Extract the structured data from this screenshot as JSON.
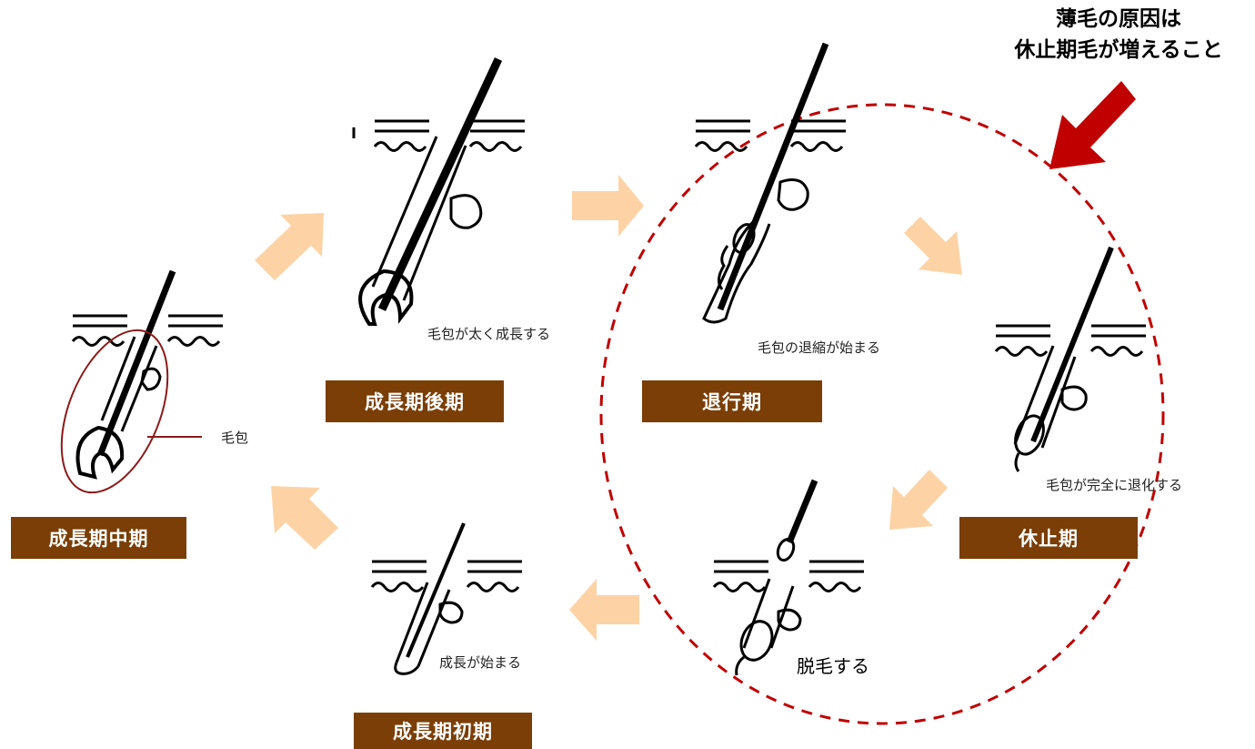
{
  "colors": {
    "label_bg": "#7a3e06",
    "cycle_arrow": "#fdd3a6",
    "highlight": "#c00000",
    "ink": "#000000"
  },
  "headline": {
    "line1": "薄毛の原因は",
    "line2": "休止期毛が増えること"
  },
  "stages": {
    "mid_anagen": {
      "label": "成長期中期",
      "annotation": "毛包"
    },
    "late_anagen": {
      "label": "成長期後期",
      "caption": "毛包が太く成長する"
    },
    "catagen": {
      "label": "退行期",
      "caption": "毛包の退縮が始まる"
    },
    "telogen": {
      "label": "休止期",
      "caption": "毛包が完全に退化する"
    },
    "shedding": {
      "caption": "脱毛する"
    },
    "early_anagen": {
      "label": "成長期初期",
      "caption": "成長が始まる"
    }
  },
  "icons": {
    "cycle_arrows": "arrow-icon",
    "pointer": "red-arrow-icon",
    "hair_follicles": "hair-follicle-icon"
  }
}
